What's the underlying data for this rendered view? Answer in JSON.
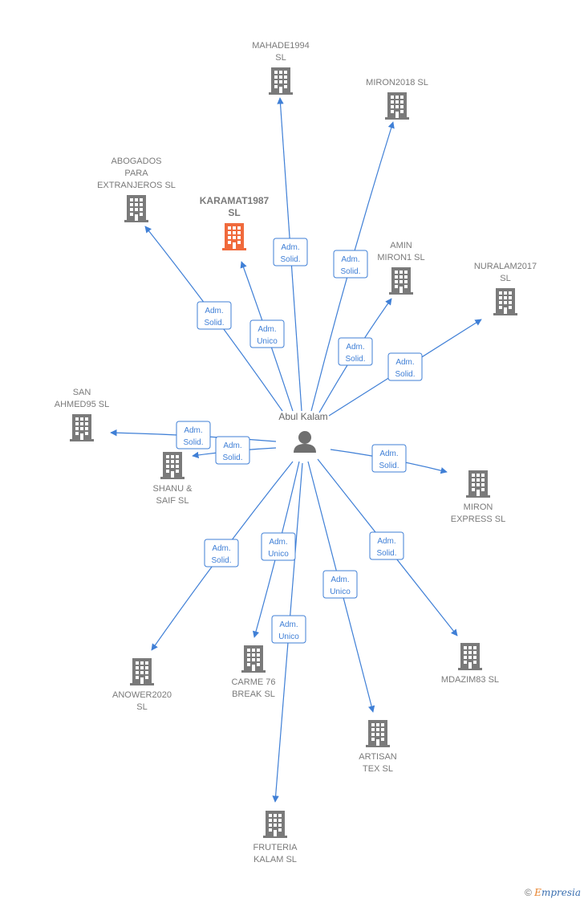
{
  "center": {
    "label": "Abul Kalam",
    "icon": "person-icon"
  },
  "colors": {
    "edge": "#3f7fd6",
    "building": "#7a7a7a",
    "highlight": "#f06a3c"
  },
  "nodes": [
    {
      "id": "mahade1994",
      "lines": [
        "MAHADE1994",
        "SL"
      ],
      "label_pos": "above"
    },
    {
      "id": "miron2018",
      "lines": [
        "MIRON2018  SL"
      ],
      "label_pos": "above"
    },
    {
      "id": "abogados",
      "lines": [
        "ABOGADOS",
        "PARA",
        "EXTRANJEROS SL"
      ],
      "label_pos": "above"
    },
    {
      "id": "karamat1987",
      "lines": [
        "KARAMAT1987",
        "SL"
      ],
      "label_pos": "above",
      "highlight": true
    },
    {
      "id": "aminmiron1",
      "lines": [
        "AMIN",
        "MIRON1  SL"
      ],
      "label_pos": "above"
    },
    {
      "id": "nuralam2017",
      "lines": [
        "NURALAM2017",
        "SL"
      ],
      "label_pos": "above"
    },
    {
      "id": "sanahmed95",
      "lines": [
        "SAN",
        "AHMED95  SL"
      ],
      "label_pos": "above"
    },
    {
      "id": "shanusaif",
      "lines": [
        "SHANU &",
        "SAIF  SL"
      ],
      "label_pos": "below"
    },
    {
      "id": "mironexpress",
      "lines": [
        "MIRON",
        "EXPRESS  SL"
      ],
      "label_pos": "below"
    },
    {
      "id": "anower2020",
      "lines": [
        "ANOWER2020",
        "SL"
      ],
      "label_pos": "below"
    },
    {
      "id": "carme76",
      "lines": [
        "CARME 76",
        "BREAK  SL"
      ],
      "label_pos": "below"
    },
    {
      "id": "mdazim83",
      "lines": [
        "MDAZIM83  SL"
      ],
      "label_pos": "below"
    },
    {
      "id": "artisantex",
      "lines": [
        "ARTISAN",
        "TEX  SL"
      ],
      "label_pos": "below"
    },
    {
      "id": "fruteria",
      "lines": [
        "FRUTERIA",
        "KALAM  SL"
      ],
      "label_pos": "below"
    }
  ],
  "edges": [
    {
      "to": "mahade1994",
      "label": [
        "Adm.",
        "Solid."
      ]
    },
    {
      "to": "miron2018",
      "label": [
        "Adm.",
        "Solid."
      ]
    },
    {
      "to": "abogados",
      "label": [
        "Adm.",
        "Solid."
      ]
    },
    {
      "to": "karamat1987",
      "label": [
        "Adm.",
        "Unico"
      ]
    },
    {
      "to": "aminmiron1",
      "label": [
        "Adm.",
        "Solid."
      ]
    },
    {
      "to": "nuralam2017",
      "label": [
        "Adm.",
        "Solid."
      ]
    },
    {
      "to": "sanahmed95",
      "label": [
        "Adm.",
        "Solid."
      ]
    },
    {
      "to": "shanusaif",
      "label": [
        "Adm.",
        "Solid."
      ]
    },
    {
      "to": "mironexpress",
      "label": [
        "Adm.",
        "Solid."
      ]
    },
    {
      "to": "anower2020",
      "label": [
        "Adm.",
        "Solid."
      ]
    },
    {
      "to": "carme76",
      "label": [
        "Adm.",
        "Unico"
      ]
    },
    {
      "to": "mdazim83",
      "label": [
        "Adm.",
        "Solid."
      ]
    },
    {
      "to": "artisantex",
      "label": [
        "Adm.",
        "Unico"
      ]
    },
    {
      "to": "fruteria",
      "label": [
        "Adm.",
        "Unico"
      ]
    }
  ],
  "watermark": {
    "symbol": "©",
    "brand_first": "E",
    "brand_rest": "mpresia"
  }
}
